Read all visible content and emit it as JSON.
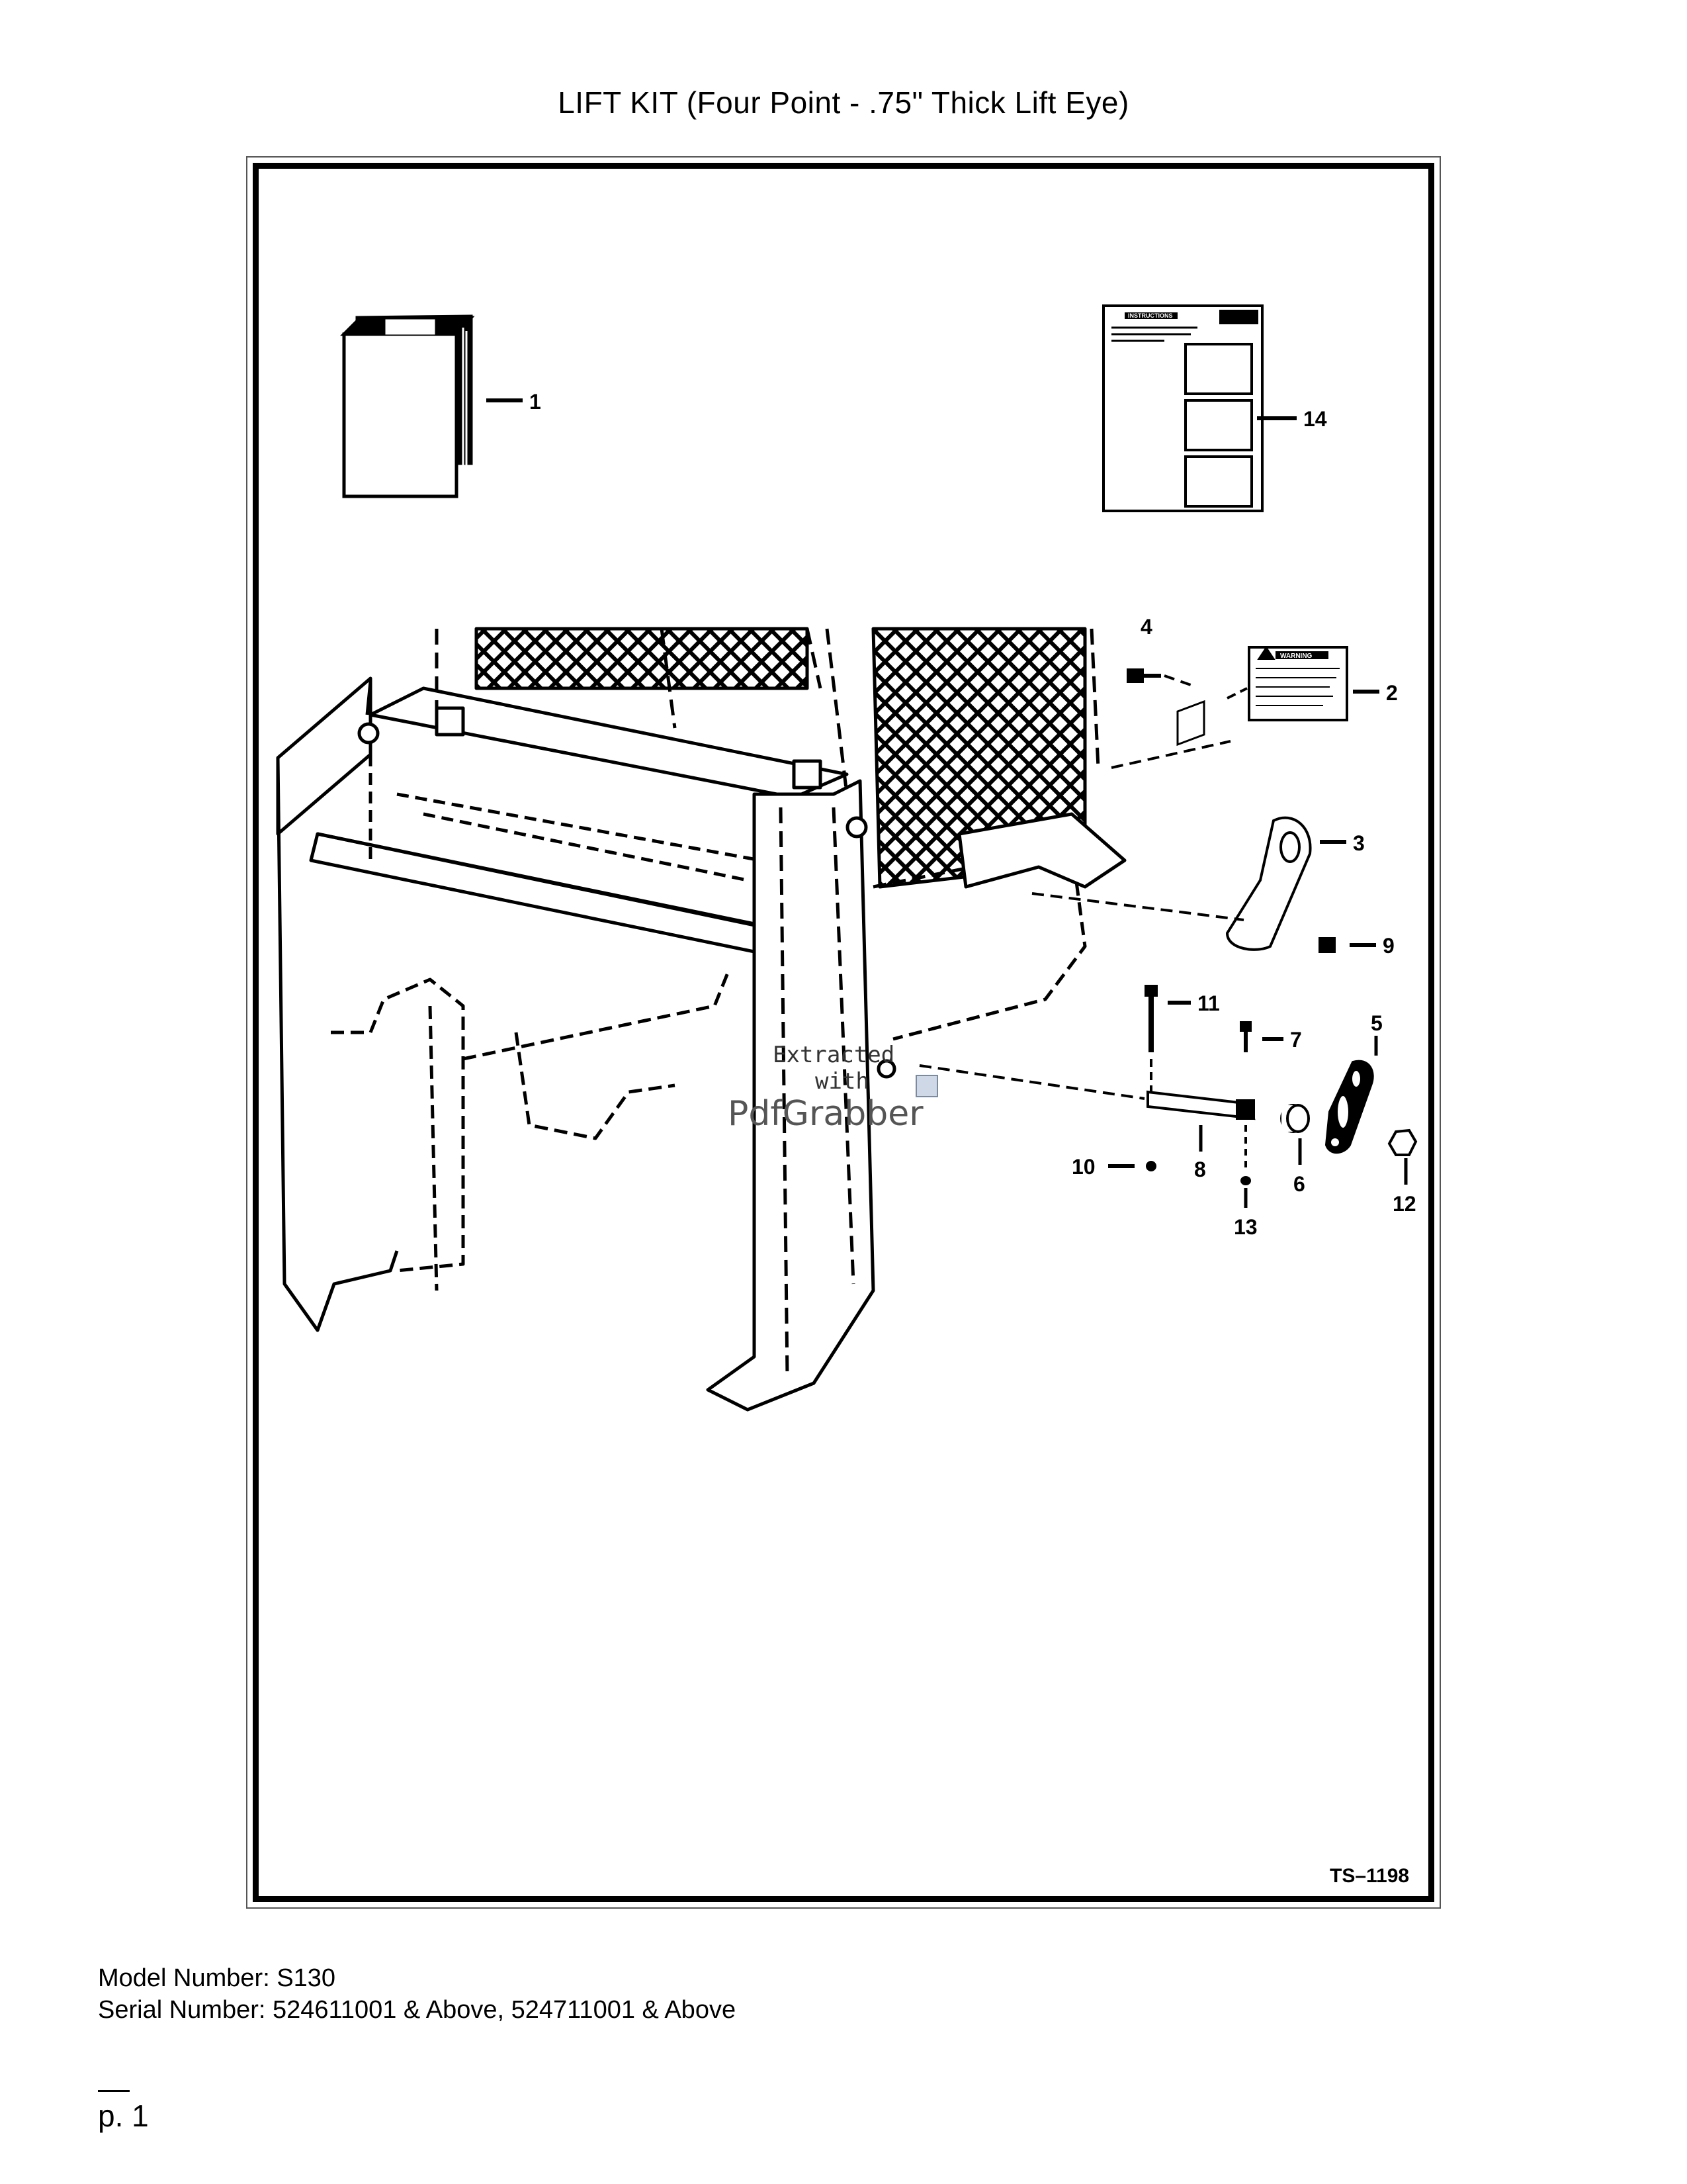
{
  "page": {
    "title": "LIFT KIT (Four Point - .75\" Thick Lift Eye)",
    "drawing_id": "TS–1198",
    "model_number": "Model Number: S130",
    "serial_number": "Serial Number: 524611001 & Above, 524711001 & Above",
    "page_number": "p. 1"
  },
  "callouts": [
    "1",
    "2",
    "3",
    "4",
    "5",
    "6",
    "7",
    "8",
    "9",
    "10",
    "11",
    "12",
    "13",
    "14"
  ],
  "decals": {
    "instructions_heading": "INSTRUCTIONS",
    "warning_heading": "WARNING"
  },
  "watermark": {
    "line1": "Extracted",
    "line2": "with",
    "brand": "PdfGrabber"
  }
}
